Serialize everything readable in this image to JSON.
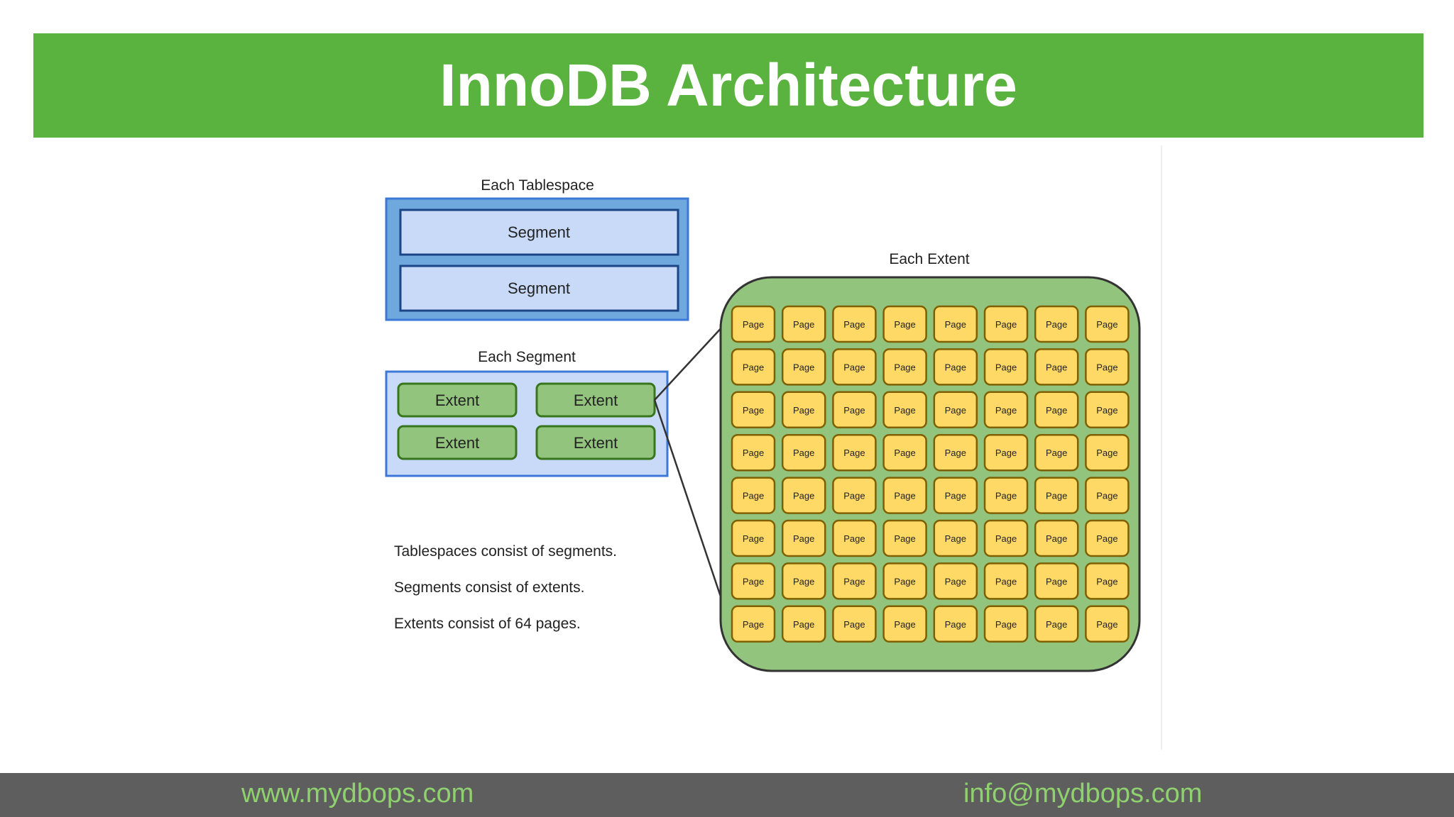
{
  "slide": {
    "title": "InnoDB Architecture"
  },
  "diagram": {
    "tablespace": {
      "label": "Each Tablespace",
      "segments": [
        "Segment",
        "Segment"
      ]
    },
    "segment": {
      "label": "Each Segment",
      "extents": [
        "Extent",
        "Extent",
        "Extent",
        "Extent"
      ]
    },
    "extent": {
      "label": "Each Extent",
      "page_label": "Page",
      "rows": 8,
      "cols": 8
    },
    "notes": [
      "Tablespaces consist of segments.",
      "Segments consist of extents.",
      "Extents consist of 64 pages."
    ],
    "colors": {
      "tablespace_fill": "#c9daf8",
      "tablespace_outer": "#6fa8dc",
      "tablespace_border": "#3c78d8",
      "extent_green": "#93c47d",
      "extent_border": "#38761d",
      "page_fill": "#ffd966",
      "page_border": "#7f6000"
    }
  },
  "footer": {
    "website": "www.mydbops.com",
    "email": "info@mydbops.com"
  }
}
